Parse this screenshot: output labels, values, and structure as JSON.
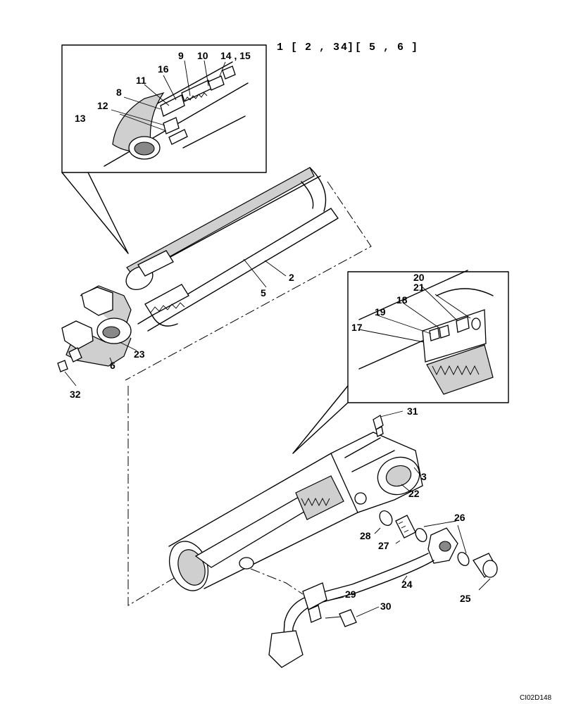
{
  "header": {
    "kit_note_1": "1 [ 2 , 3 ]",
    "kit_note_2": "4 [ 5 , 6 ]"
  },
  "drawing_code": "CI02D148",
  "callouts": {
    "c2": "2",
    "c3": "3",
    "c5": "5",
    "c6": "6",
    "c8": "8",
    "c9": "9",
    "c10": "10",
    "c11": "11",
    "c12": "12",
    "c13": "13",
    "c14_15": "14 , 15",
    "c16": "16",
    "c17": "17",
    "c18": "18",
    "c19": "19",
    "c20": "20",
    "c21": "21",
    "c22": "22",
    "c23": "23",
    "c24": "24",
    "c25": "25",
    "c26": "26",
    "c27": "27",
    "c28": "28",
    "c29": "29",
    "c30": "30",
    "c31": "31",
    "c32": "32"
  }
}
